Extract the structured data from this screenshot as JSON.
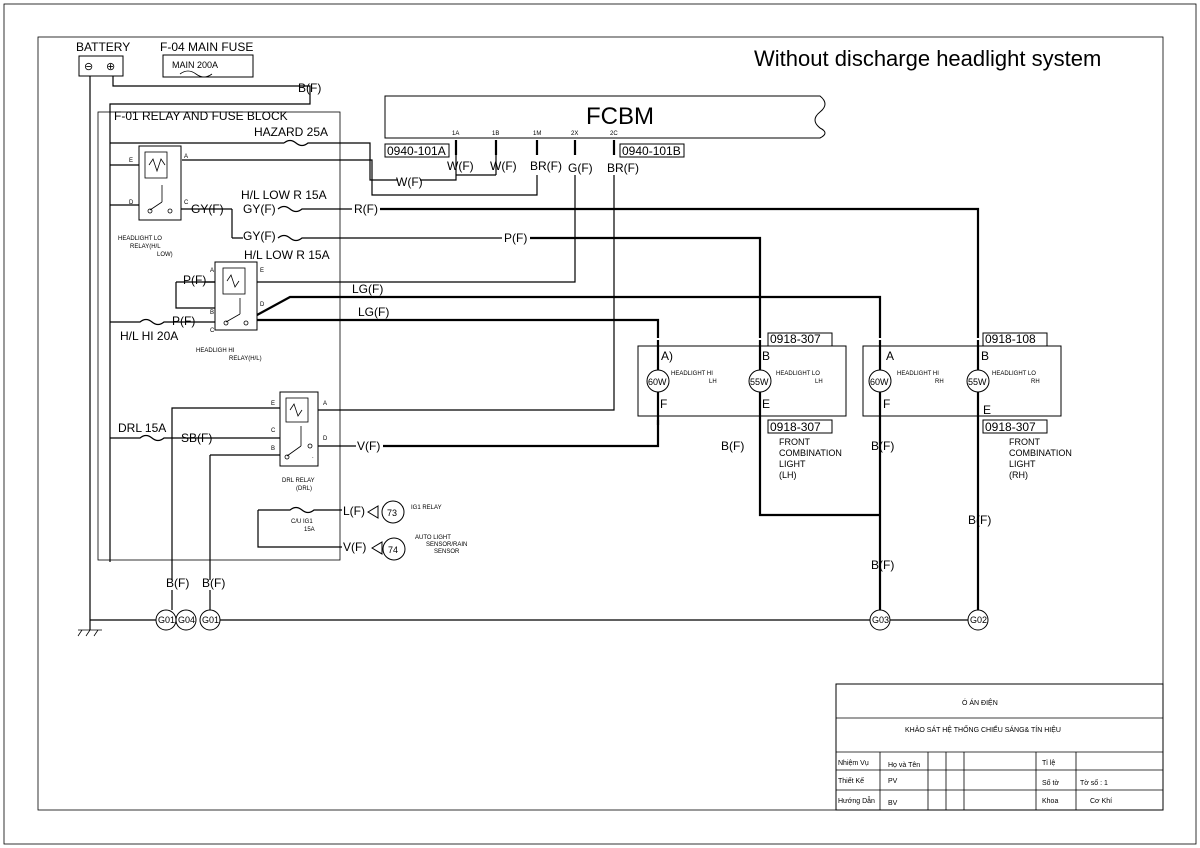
{
  "title": "Without discharge headlight system",
  "fcbm": {
    "label": "FCBM",
    "connector_a": "0940-101A",
    "connector_b": "0940-101B",
    "pins": [
      "1A",
      "1B",
      "1M",
      "2X",
      "2C"
    ]
  },
  "battery": {
    "label": "BATTERY",
    "minus": "⊖",
    "plus": "⊕"
  },
  "main_fuse": {
    "label": "F-04 MAIN FUSE",
    "rating": "MAIN 200A"
  },
  "relay_block": {
    "label": "F-01 RELAY AND FUSE BLOCK"
  },
  "fuses": {
    "hazard": "HAZARD 25A",
    "hl_low_r": "H/L LOW R 15A",
    "hl_low_r2": "H/L LOW R 15A",
    "hl_hi": "H/L HI 20A",
    "drl": "DRL 15A",
    "cu_ig1": [
      "C/U IG1",
      "15A"
    ]
  },
  "relays": {
    "lo": [
      "HEADLIGHT LO",
      "RELAY(H/L",
      "LOW)"
    ],
    "hi": [
      "HEADLIGH HI",
      "RELAY(H/L)"
    ],
    "drl": [
      "DRL RELAY",
      "(DRL)"
    ]
  },
  "relay_pins": {
    "a": "A",
    "b": "B",
    "c": "C",
    "d": "D",
    "e": "E",
    "dot": "."
  },
  "wires": {
    "bf": "B(F)",
    "wf": "W(F)",
    "brf": "BR(F)",
    "gf": "G(F)",
    "gyf": "GY(F)",
    "rf": "R(F)",
    "pf": "P(F)",
    "lgf": "LG(F)",
    "sbf": "SB(F)",
    "vf": "V(F)",
    "lf": "L(F)"
  },
  "connectors": {
    "c0918_307": "0918-307",
    "c0918_108": "0918-108",
    "ig1_num": "73",
    "ig1_label": "IG1 RELAY",
    "auto_num": "74",
    "auto_label": [
      "AUTO LIGHT",
      "SENSOR/RAIN",
      "SENSOR"
    ]
  },
  "lights": {
    "lh": {
      "pin_a": "A)",
      "pin_b": "B",
      "pin_f": "F",
      "pin_e": "E",
      "hi_w": "60W",
      "lo_w": "55W",
      "hi_label": [
        "HEADLIGHT HI",
        "LH"
      ],
      "lo_label": [
        "HEADLIGHT LO",
        "LH"
      ],
      "name": [
        "FRONT",
        "COMBINATION",
        "LIGHT",
        "(LH)"
      ]
    },
    "rh": {
      "pin_a": "A",
      "pin_b": "B",
      "pin_f": "F",
      "pin_e": "E",
      "hi_w": "60W",
      "lo_w": "55W",
      "hi_label": [
        "HEADLIGHT HI",
        "RH"
      ],
      "lo_label": [
        "HEADLIGHT LO",
        "RH"
      ],
      "name": [
        "FRONT",
        "COMBINATION",
        "LIGHT",
        "(RH)"
      ]
    }
  },
  "grounds": {
    "g01": "G01",
    "g04": "G04",
    "g03": "G03",
    "g02": "G02"
  },
  "title_block": {
    "project": "Ó ÁN ĐIỆN",
    "subject": "KHẢO SÁT HỆ THỐNG CHIẾU SÁNG& TÍN HIỆU",
    "col_head": "Họ và Tên",
    "rows": [
      {
        "role": "Nhiệm Vụ",
        "name": "Họ và Tên",
        "key": "Tỉ lệ",
        "val": ""
      },
      {
        "role": "Thiết Kế",
        "name": "PV",
        "key": "Số tờ",
        "val": "Tờ số : 1"
      },
      {
        "role": "Hướng Dẫn",
        "name": "BV",
        "key": "Khoa",
        "val": "Cơ Khí"
      }
    ]
  }
}
